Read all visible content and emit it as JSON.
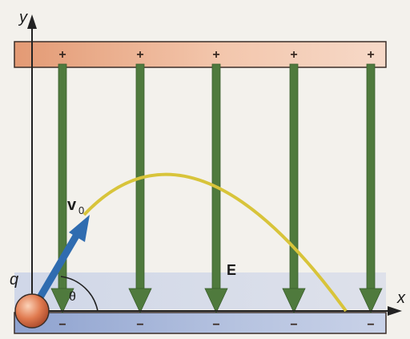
{
  "labels": {
    "y_axis": "y",
    "x_axis": "x",
    "charge": "q",
    "velocity_main": "v",
    "velocity_sub": "0",
    "angle": "θ",
    "field": "E"
  },
  "plates": {
    "top_sign": "+",
    "bottom_sign": "−"
  },
  "colors": {
    "top_plate": "#e8a27f",
    "bottom_plate": "#aab8d8",
    "field_line": "#4f7a3d",
    "trajectory": "#d8c43a",
    "velocity_vector": "#2f6cb0",
    "charge": "#e07a4f"
  }
}
